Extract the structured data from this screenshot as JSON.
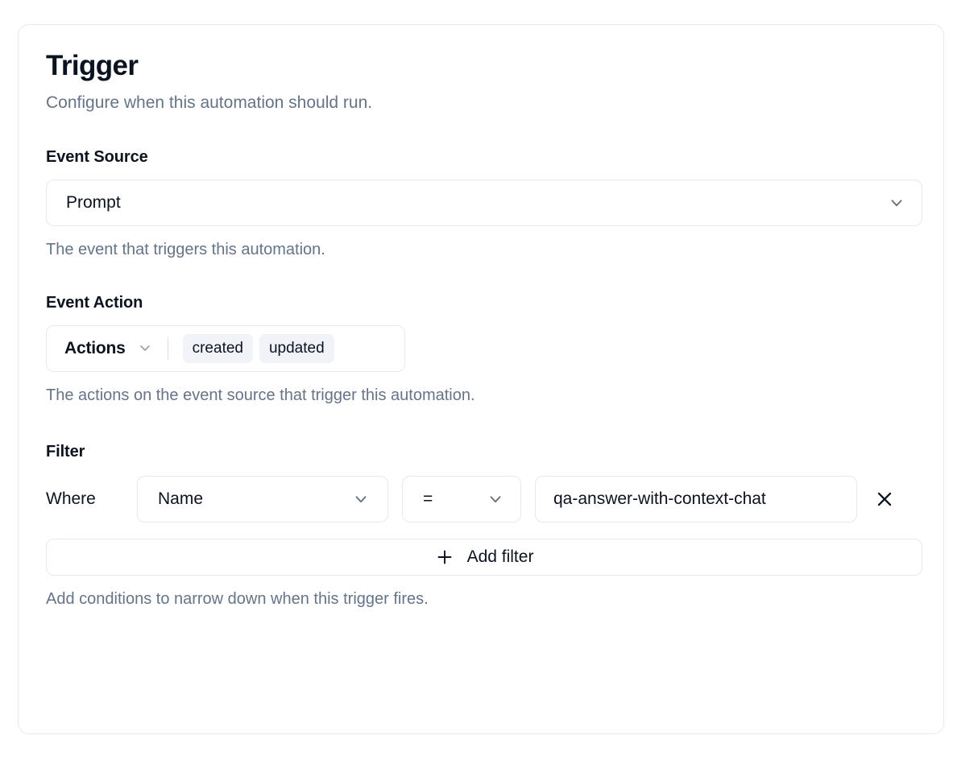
{
  "card": {
    "title": "Trigger",
    "subtitle": "Configure when this automation should run."
  },
  "event_source": {
    "label": "Event Source",
    "selected": "Prompt",
    "help": "The event that triggers this automation.",
    "chevron_icon": "chevron-down-icon"
  },
  "event_action": {
    "label": "Event Action",
    "trigger_label": "Actions",
    "chips": [
      {
        "label": "created"
      },
      {
        "label": "updated"
      }
    ],
    "help": "The actions on the event source that trigger this automation.",
    "chevron_icon": "chevron-down-icon"
  },
  "filter": {
    "label": "Filter",
    "where_label": "Where",
    "rows": [
      {
        "field": "Name",
        "operator": "=",
        "value": "qa-answer-with-context-chat",
        "remove_icon": "close-icon"
      }
    ],
    "add_label": "Add filter",
    "add_icon": "plus-icon",
    "help": "Add conditions to narrow down when this trigger fires."
  },
  "colors": {
    "border": "#e6e8ee",
    "text": "#0b1220",
    "muted": "#64748b",
    "chip_bg": "#f1f3f9",
    "chevron": "#6b7280"
  }
}
